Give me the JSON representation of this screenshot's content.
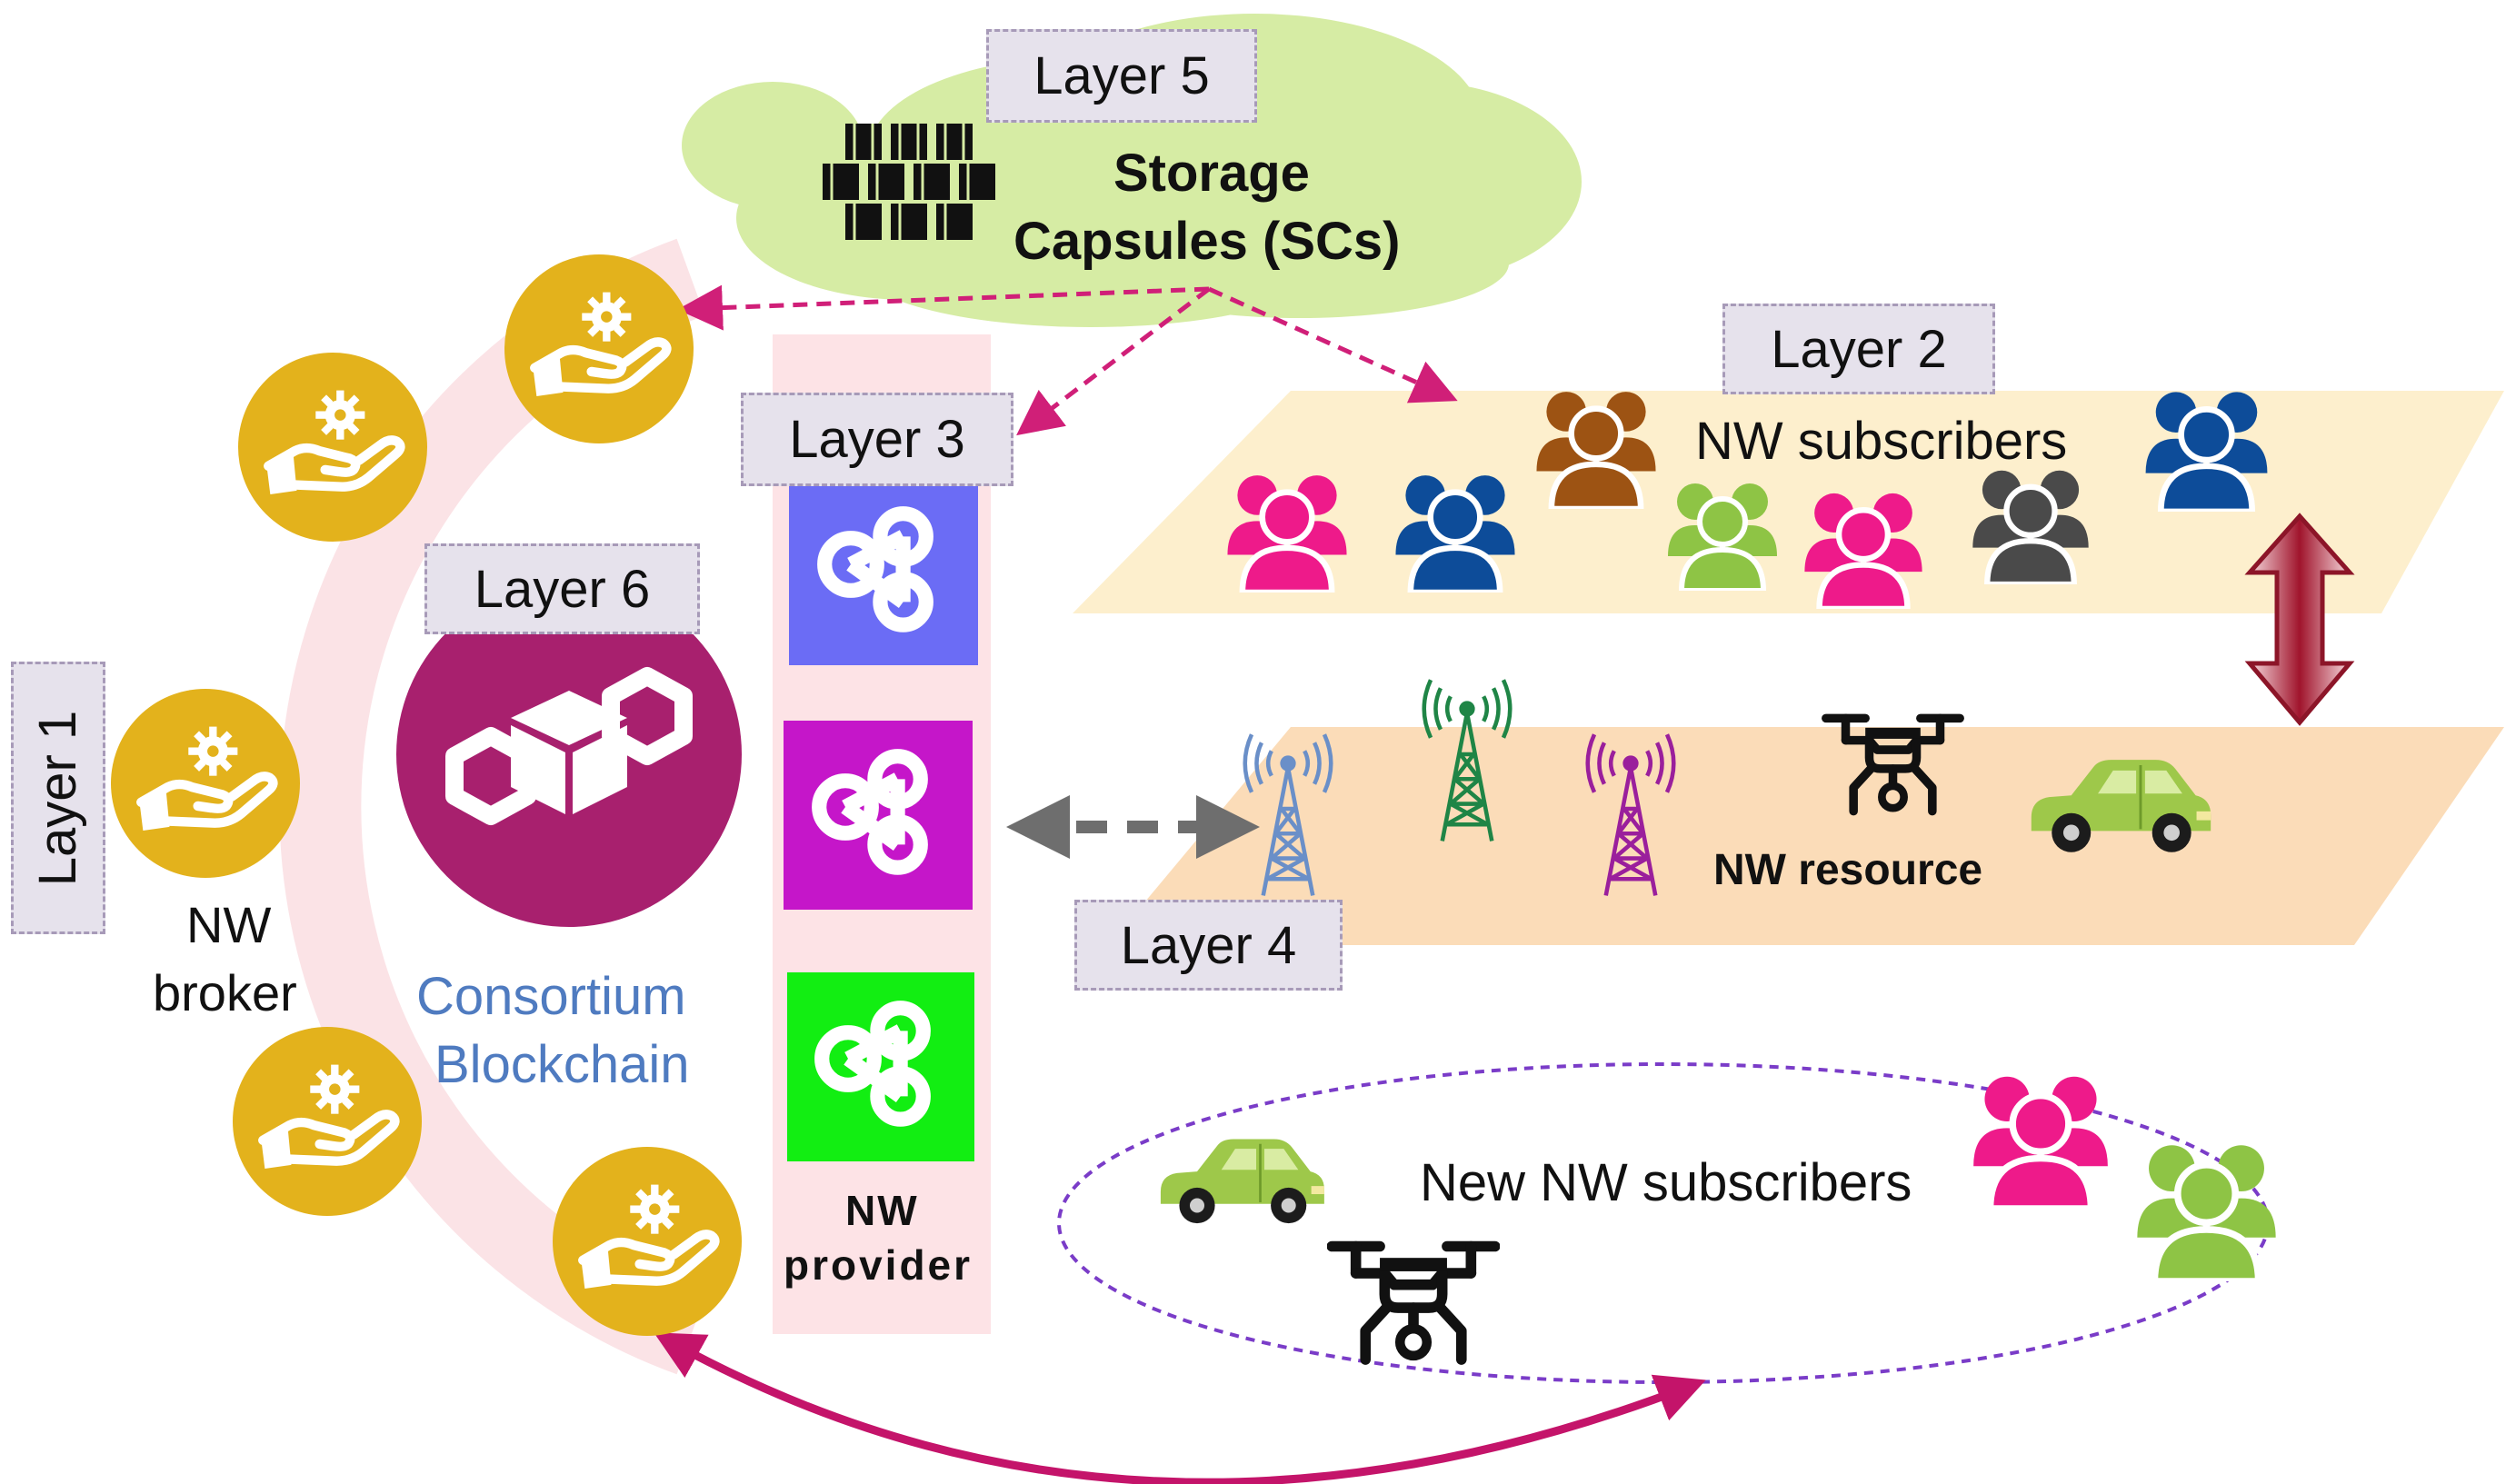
{
  "layers": {
    "layer1": "Layer 1",
    "layer2": "Layer 2",
    "layer3": "Layer 3",
    "layer4": "Layer 4",
    "layer5": "Layer 5",
    "layer6": "Layer 6"
  },
  "storage": {
    "line1": "Storage",
    "line2": "Capsules (SCs)"
  },
  "broker": {
    "line1": "NW",
    "line2": "broker"
  },
  "blockchain": {
    "line1": "Consortium",
    "line2": "Blockchain"
  },
  "provider": {
    "line1": "NW",
    "line2": "provider"
  },
  "subscribers_label": "NW subscribers",
  "resource_label": "NW resource",
  "new_subscribers_label": "New NW subscribers",
  "colors": {
    "broker_coin": "#e3b21c",
    "blockchain": "#a8206e",
    "provider_blue": "#6b6cf5",
    "provider_magenta": "#c516c9",
    "provider_green": "#12ee12",
    "cloud": "#d6eca4",
    "layer2_plane": "#fdefcd",
    "layer4_plane": "#fbdcb8",
    "arrow_pink": "#d01f78",
    "arrow_darkred": "#8c1528",
    "consortium_text": "#4f7bc0"
  },
  "icons": [
    "storage-capsules-icon",
    "hand-gear-icon",
    "blockchain-cube-icon",
    "share-node-icon",
    "people-group-icon",
    "cell-tower-icon",
    "drone-icon",
    "car-icon"
  ]
}
